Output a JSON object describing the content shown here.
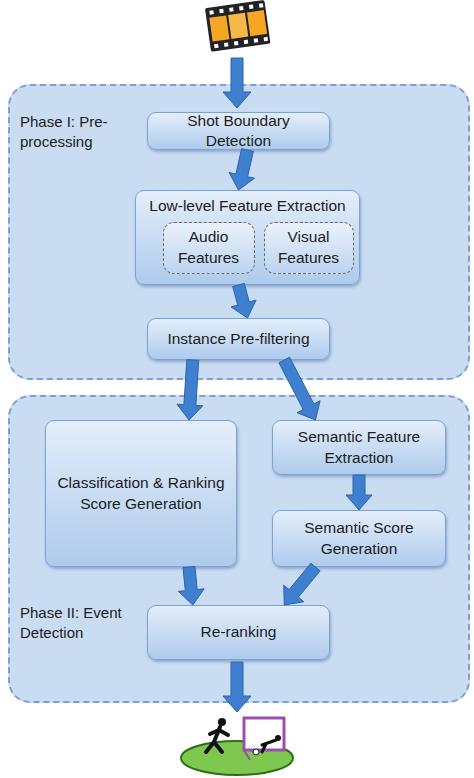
{
  "diagram": {
    "nodes": [
      {
        "text": [
          "Phase I: Pre-processing"
        ]
      },
      {
        "text": [
          "Shot Boundary Detection"
        ],
        "in": 0
      },
      {
        "text": [
          "Low-level Feature Extraction"
        ],
        "in": 0
      },
      {
        "text": [
          "Audio Features"
        ],
        "in": 2
      },
      {
        "text": [
          "Visual Features"
        ],
        "in": 2
      },
      {
        "text": [
          "Instance Pre-filtering"
        ],
        "in": 0
      },
      {
        "text": [
          "Phase II: Event Detection"
        ]
      },
      {
        "text": [
          "Classification & Ranking Score Generation"
        ],
        "in": 6
      },
      {
        "text": [
          "Semantic Feature Extraction"
        ],
        "in": 6
      },
      {
        "text": [
          "Semantic Score Generation"
        ],
        "in": 6
      },
      {
        "text": [
          "Re-ranking"
        ],
        "in": 6
      }
    ],
    "edges": [
      {
        "from": 1,
        "to": 2,
        "arrow": "to"
      },
      {
        "from": 2,
        "to": 5,
        "arrow": "to"
      },
      {
        "from": 5,
        "to": 7,
        "arrow": "to"
      },
      {
        "from": 5,
        "to": 8,
        "arrow": "to"
      },
      {
        "from": 8,
        "to": 9,
        "arrow": "to"
      },
      {
        "from": 7,
        "to": 10,
        "arrow": "to"
      },
      {
        "from": 9,
        "to": 10,
        "arrow": "to"
      }
    ]
  }
}
